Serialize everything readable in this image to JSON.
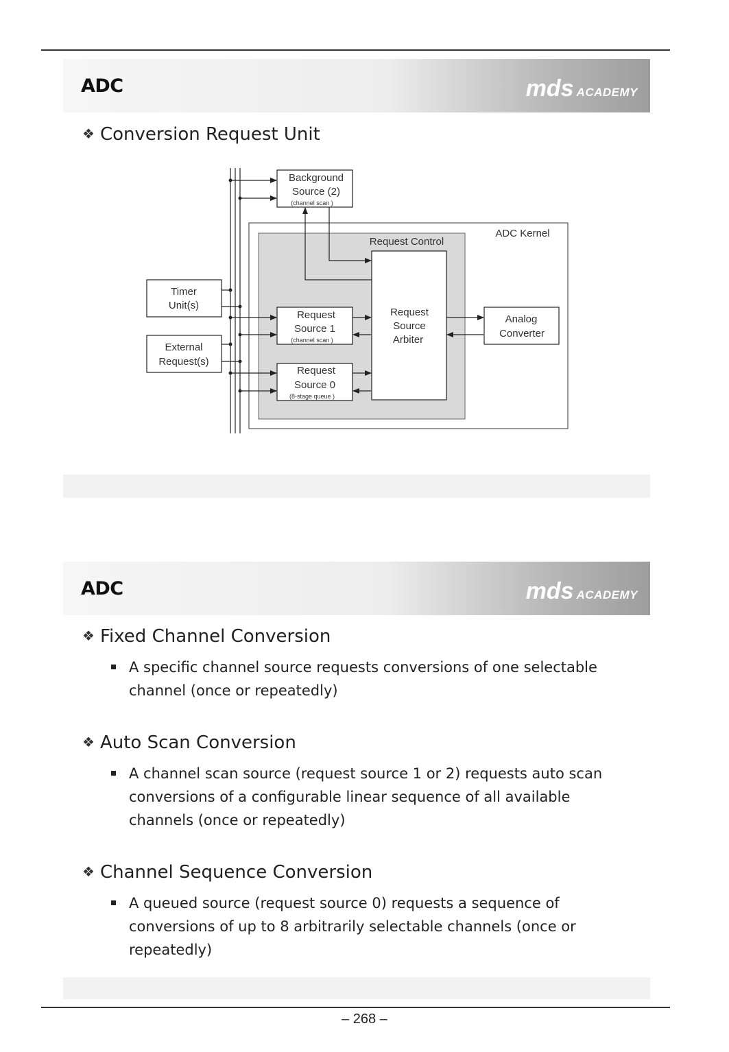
{
  "slide1": {
    "banner_title": "ADC",
    "logo_main": "mds",
    "logo_sub": "ACADEMY",
    "heading": "Conversion Request Unit",
    "diagram": {
      "background_source": [
        "Background",
        "Source (2)",
        "(channel scan )"
      ],
      "timer_unit": [
        "Timer",
        "Unit(s)"
      ],
      "external_requests": [
        "External",
        "Request(s)"
      ],
      "request_control": "Request Control",
      "adc_kernel": "ADC Kernel",
      "request_source_1": [
        "Request",
        "Source 1",
        "(channel scan )"
      ],
      "request_source_0": [
        "Request",
        "Source 0",
        "(8-stage queue )"
      ],
      "arbiter": [
        "Request",
        "Source",
        "Arbiter"
      ],
      "analog_converter": [
        "Analog",
        "Converter"
      ]
    }
  },
  "slide2": {
    "banner_title": "ADC",
    "logo_main": "mds",
    "logo_sub": "ACADEMY",
    "sections": [
      {
        "heading": "Fixed Channel Conversion",
        "bullet": "A specific channel source requests conversions of one selectable channel (once or repeatedly)"
      },
      {
        "heading": "Auto Scan Conversion",
        "bullet": "A channel scan source (request source 1 or 2) requests auto scan conversions of a configurable linear sequence of all available channels (once or repeatedly)"
      },
      {
        "heading": "Channel Sequence Conversion",
        "bullet": "A queued source (request source 0) requests a sequence of conversions of up to 8 arbitrarily selectable channels (once or repeatedly)"
      }
    ]
  },
  "footer": {
    "page_number": "– 268 –"
  }
}
